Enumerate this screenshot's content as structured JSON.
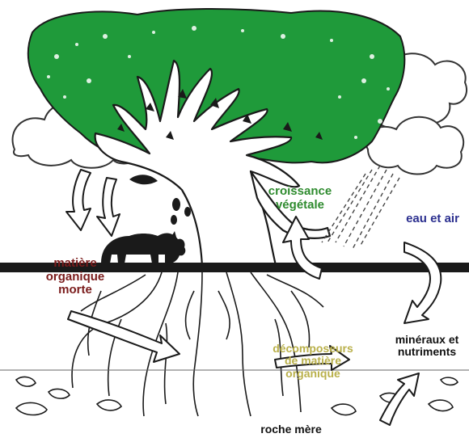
{
  "labels": {
    "matiere_organique_morte": "matière\norganique\nmorte",
    "croissance_vegetale": "croissance\nvégétale",
    "eau_et_air": "eau et air",
    "decomposeurs": "décomposeurs\nde matière\norganique",
    "mineraux_nutriments": "minéraux et\nnutriments",
    "roche_mere": "roche mère"
  },
  "colors": {
    "matiere_organique_morte": "#7a1b1b",
    "croissance_vegetale": "#2e8b2e",
    "eau_et_air": "#2b2f8f",
    "decomposeurs": "#b9b04a",
    "mineraux_nutriments": "#111111",
    "roche_mere": "#111111",
    "foliage": "#1f9a3a",
    "outline": "#1a1a1a"
  }
}
